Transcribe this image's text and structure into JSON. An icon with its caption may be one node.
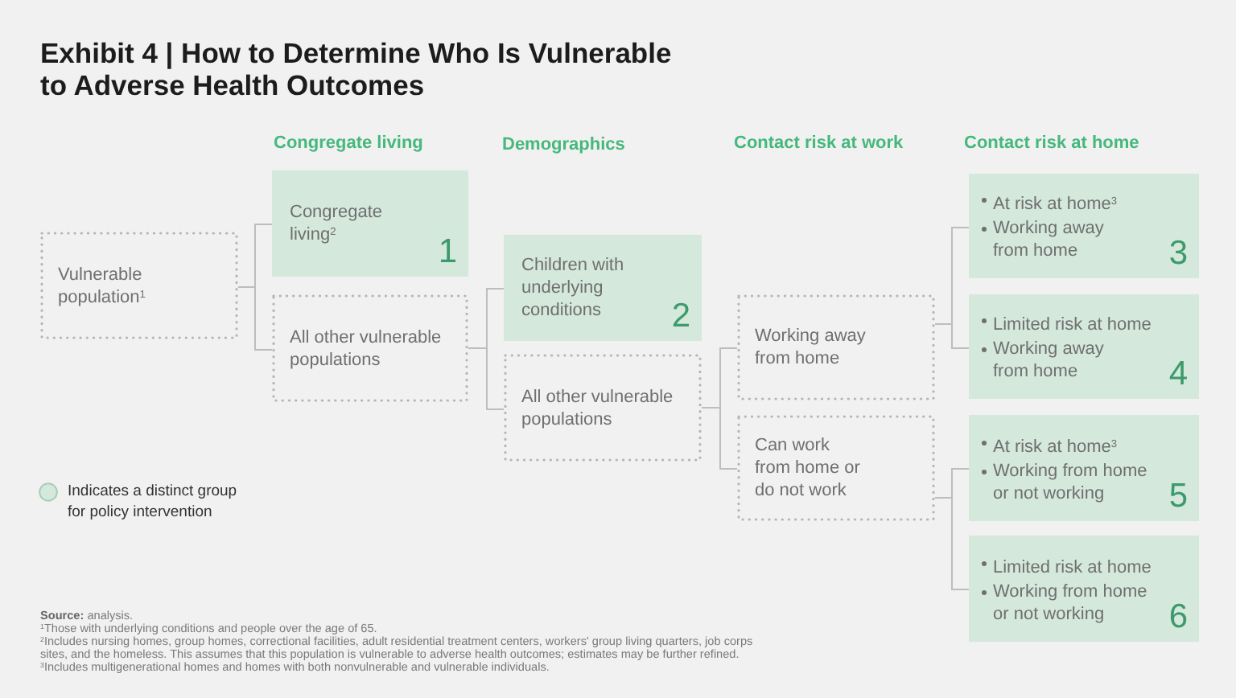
{
  "diagram": {
    "title": "Exhibit 4 | How to Determine Who Is Vulnerable to Adverse Health Outcomes",
    "nodes": [
      {
        "text": [
          "Vulnerable population$^{1}$"
        ]
      },
      {
        "text": [
          "Congregate living$^{2}$",
          "1"
        ]
      },
      {
        "text": [
          "All other vulnerable populations"
        ]
      },
      {
        "text": [
          "Children with underlying conditions",
          "2"
        ]
      },
      {
        "text": [
          "All other vulnerable populations"
        ]
      },
      {
        "text": [
          "Working away from home"
        ]
      },
      {
        "text": [
          "Can work from home or do not work"
        ]
      },
      {
        "text": [
          "At risk at home$^{3}$",
          "Working away from home",
          "3"
        ]
      },
      {
        "text": [
          "Limited risk at home",
          "Working away from home",
          "4"
        ]
      },
      {
        "text": [
          "At risk at home$^{3}$",
          "Working from home or not working",
          "5"
        ]
      },
      {
        "text": [
          "Limited risk at home",
          "Working from home or not working",
          "6"
        ]
      }
    ],
    "edges": [
      {
        "from": 0,
        "to": 1,
        "arrow": "none"
      },
      {
        "from": 0,
        "to": 2,
        "arrow": "none"
      },
      {
        "from": 2,
        "to": 3,
        "arrow": "none"
      },
      {
        "from": 2,
        "to": 4,
        "arrow": "none"
      },
      {
        "from": 4,
        "to": 5,
        "arrow": "none"
      },
      {
        "from": 4,
        "to": 6,
        "arrow": "none"
      },
      {
        "from": 5,
        "to": 7,
        "arrow": "none"
      },
      {
        "from": 5,
        "to": 8,
        "arrow": "none"
      },
      {
        "from": 6,
        "to": 9,
        "arrow": "none"
      },
      {
        "from": 6,
        "to": 10,
        "arrow": "none"
      }
    ],
    "labels": [
      "Congregate living",
      "Demographics",
      "Contact risk at work",
      "Contact risk at home",
      "**Source:** analysis.",
      "$^{1}$Those with underlying conditions and people over the age of 65.",
      "$^{2}$Includes nursing homes, group homes, correctional facilities, adult residential treatment centers, workers' group living quarters, job corps sites, and the homeless. This assumes that this population is vulnerable to adverse health outcomes; estimates may be further refined.",
      "$^{3}$Includes multigenerational homes and homes with both nonvulnerable and vulnerable individuals."
    ],
    "legend": [
      {
        "text": "Indicates a distinct group for policy intervention",
        "color": "#d4e8dc"
      }
    ]
  }
}
